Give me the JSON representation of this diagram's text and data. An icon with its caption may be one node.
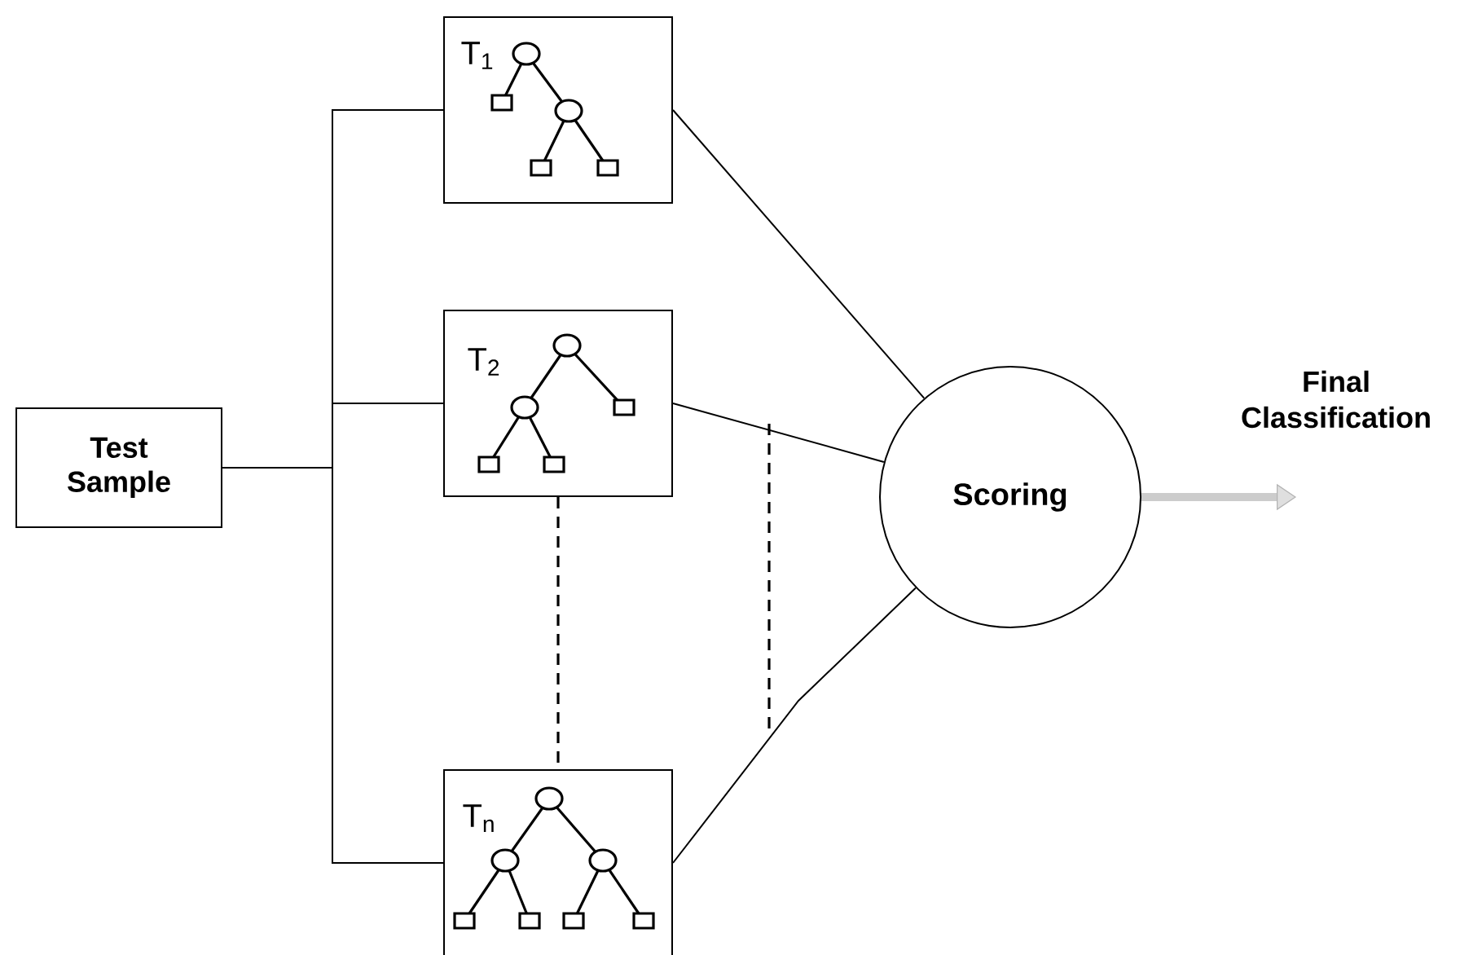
{
  "diagram": {
    "nodes": [
      {
        "text": [
          "Test Sample"
        ]
      },
      {
        "text": [
          "T$_{1}$"
        ]
      },
      {
        "text": [
          "T$_{2}$"
        ]
      },
      {
        "text": [
          "T$_{n}$"
        ]
      },
      {
        "text": [
          "Scoring"
        ]
      }
    ],
    "edges": [
      {
        "from": 0,
        "to": 1,
        "arrow": "none"
      },
      {
        "from": 0,
        "to": 2,
        "arrow": "none"
      },
      {
        "from": 0,
        "to": 3,
        "arrow": "none"
      },
      {
        "from": 1,
        "to": 4,
        "arrow": "none"
      },
      {
        "from": 2,
        "to": 4,
        "arrow": "none"
      },
      {
        "from": 3,
        "to": 4,
        "arrow": "none"
      },
      {
        "from": 2,
        "to": 3,
        "arrow": "none",
        "style": "dashed"
      },
      {
        "from": 4,
        "to": null,
        "arrow": "to",
        "style": "thick",
        "color": "#cccccc"
      }
    ],
    "labels": [
      "Final Classification"
    ]
  }
}
